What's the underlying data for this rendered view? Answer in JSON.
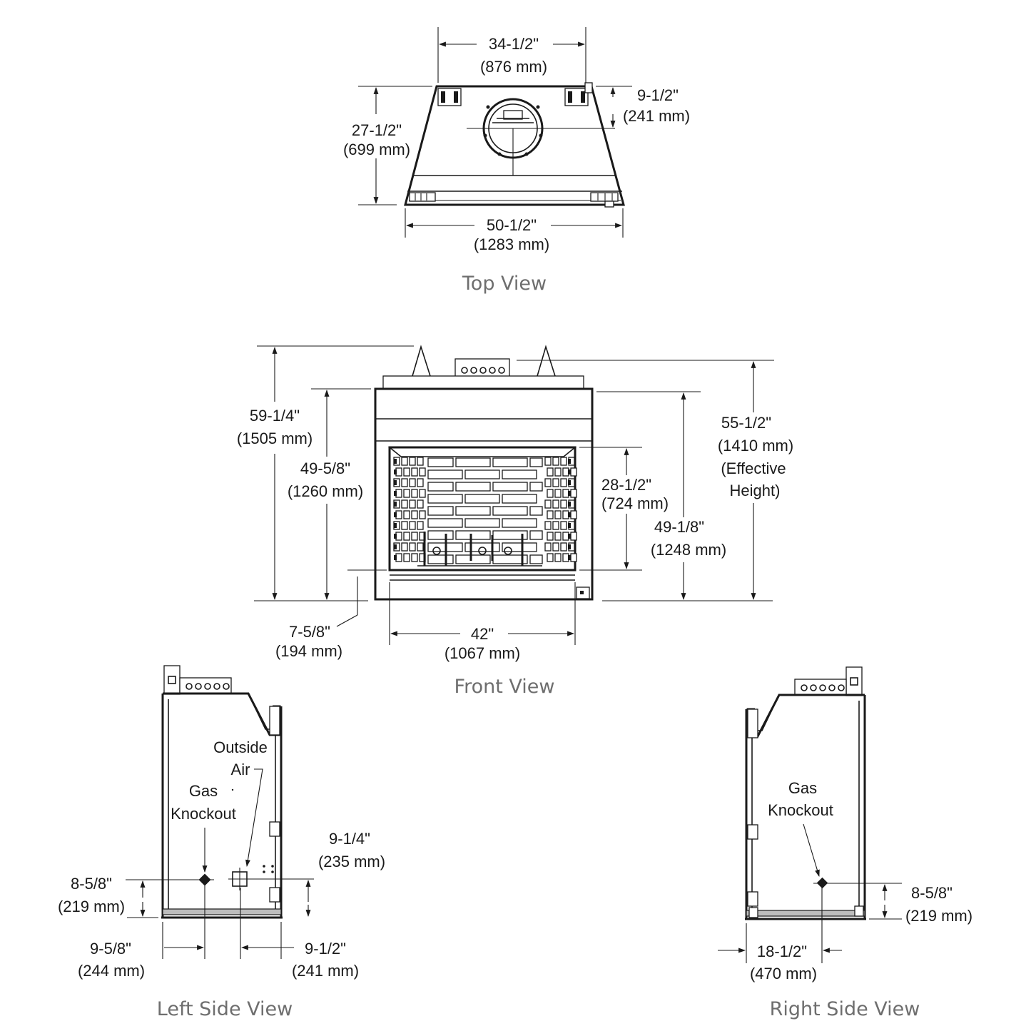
{
  "top_view": {
    "caption": "Top View",
    "width_top": [
      "34-1/2\"",
      "(876 mm)"
    ],
    "right_offset": [
      "9-1/2\"",
      "(241 mm)"
    ],
    "depth": [
      "27-1/2\"",
      "(699 mm)"
    ],
    "width_bottom": [
      "50-1/2\"",
      "(1283 mm)"
    ]
  },
  "front_view": {
    "caption": "Front View",
    "overall_height": [
      "59-1/4\"",
      "(1505 mm)"
    ],
    "frame_height": [
      "49-5/8\"",
      "(1260 mm)"
    ],
    "opening_height": [
      "28-1/2\"",
      "(724 mm)"
    ],
    "right_frame_height": [
      "49-1/8\"",
      "(1248 mm)"
    ],
    "effective_height": [
      "55-1/2\"",
      "(1410 mm)",
      "(Effective",
      "Height)"
    ],
    "base_height": [
      "7-5/8\"",
      "(194 mm)"
    ],
    "opening_width": [
      "42\"",
      "(1067 mm)"
    ]
  },
  "left_side_view": {
    "caption": "Left Side View",
    "outside_air": [
      "Outside",
      "Air"
    ],
    "gas_knockout": [
      "Gas",
      "Knockout"
    ],
    "air_height": [
      "9-1/4\"",
      "(235 mm)"
    ],
    "gas_height": [
      "8-5/8\"",
      "(219 mm)"
    ],
    "gas_offset": [
      "9-5/8\"",
      "(244 mm)"
    ],
    "air_offset": [
      "9-1/2\"",
      "(241 mm)"
    ]
  },
  "right_side_view": {
    "caption": "Right Side View",
    "gas_knockout": [
      "Gas",
      "Knockout"
    ],
    "gas_height": [
      "8-5/8\"",
      "(219 mm)"
    ],
    "gas_offset": [
      "18-1/2\"",
      "(470 mm)"
    ]
  }
}
